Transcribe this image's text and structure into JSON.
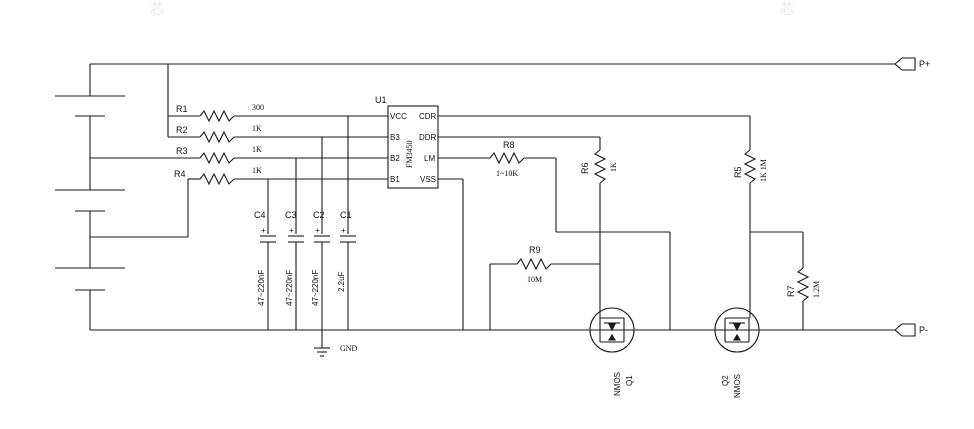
{
  "diagram": {
    "ports": {
      "positive": "P+",
      "negative": "P-"
    },
    "ic": {
      "ref": "U1",
      "part": "FM3450",
      "pins_left": [
        "VCC",
        "B3",
        "B2",
        "B1"
      ],
      "pins_right": [
        "CDR",
        "DDR",
        "LM",
        "VSS"
      ]
    },
    "resistors": [
      {
        "ref": "R1",
        "value": "300"
      },
      {
        "ref": "R2",
        "value": "1K"
      },
      {
        "ref": "R3",
        "value": "1K"
      },
      {
        "ref": "R4",
        "value": "1K"
      },
      {
        "ref": "R5",
        "value": "1K 1M"
      },
      {
        "ref": "R6",
        "value": "1K"
      },
      {
        "ref": "R7",
        "value": "1.2M"
      },
      {
        "ref": "R8",
        "value": "1~10K"
      },
      {
        "ref": "R9",
        "value": "10M"
      }
    ],
    "capacitors": [
      {
        "ref": "C4",
        "value": "47~220nF"
      },
      {
        "ref": "C3",
        "value": "47~220nF"
      },
      {
        "ref": "C2",
        "value": "47~220nF"
      },
      {
        "ref": "C1",
        "value": "2.2uF"
      }
    ],
    "ground_label": "GND",
    "transistors": [
      {
        "ref": "Q1",
        "type": "NMOS"
      },
      {
        "ref": "Q2",
        "type": "NMOS"
      }
    ]
  }
}
